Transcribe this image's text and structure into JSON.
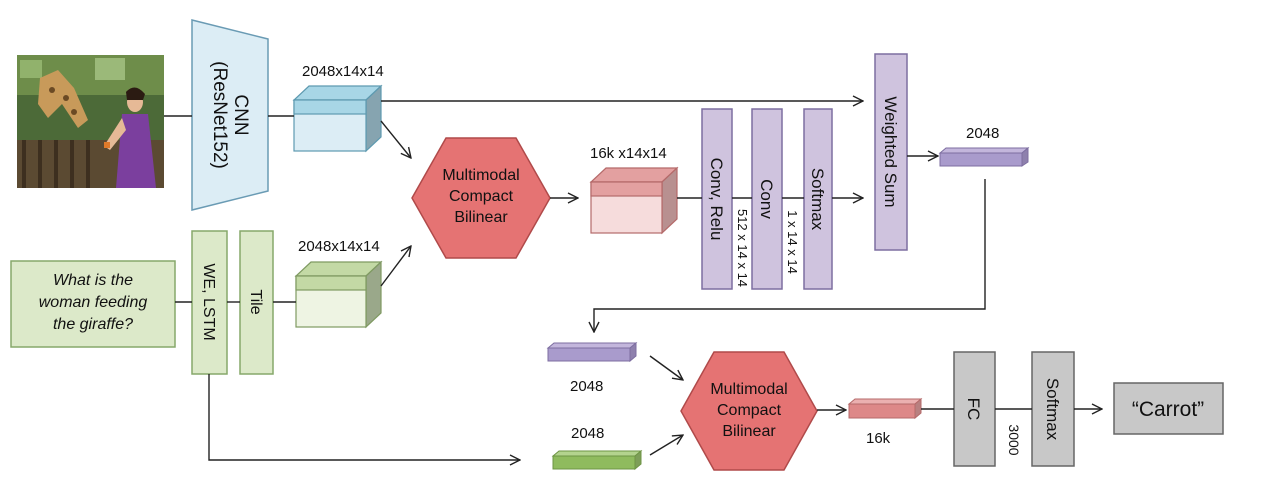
{
  "input": {
    "question_lines": [
      "What is the",
      "woman feeding",
      "the giraffe?"
    ]
  },
  "blocks": {
    "cnn_line1": "CNN",
    "cnn_line2": "(ResNet152)",
    "we_lstm": "WE, LSTM",
    "tile": "Tile",
    "mcb1_lines": [
      "Multimodal",
      "Compact",
      "Bilinear"
    ],
    "mcb2_lines": [
      "Multimodal",
      "Compact",
      "Bilinear"
    ],
    "conv_relu": "Conv, Relu",
    "conv": "Conv",
    "softmax1": "Softmax",
    "weighted_sum": "Weighted Sum",
    "fc": "FC",
    "softmax2": "Softmax"
  },
  "dims": {
    "img_feat": "2048x14x14",
    "txt_feat": "2048x14x14",
    "mcb_out": "16k x14x14",
    "conv_relu_out": "512 x 14 x 14",
    "conv_out": "1 x 14 x 14",
    "attended": "2048",
    "attended_copy": "2048",
    "question_vec": "2048",
    "mcb2_out": "16k",
    "fc_out": "3000"
  },
  "output": {
    "answer": "“Carrot”"
  },
  "colors": {
    "cnn_fill": "#dcedf5",
    "text_fill": "#dce9c9",
    "mcb_fill": "#e57373",
    "attention_fill": "#cfc3de",
    "output_fill": "#c8c8c8",
    "image_cube": "#a8d6e6",
    "text_cube": "#c3d9a5",
    "mcb_cube": "#e3a0a0",
    "bar_purple": "#a99bcc",
    "bar_green": "#8fbb5e",
    "bar_red": "#dd8888"
  }
}
